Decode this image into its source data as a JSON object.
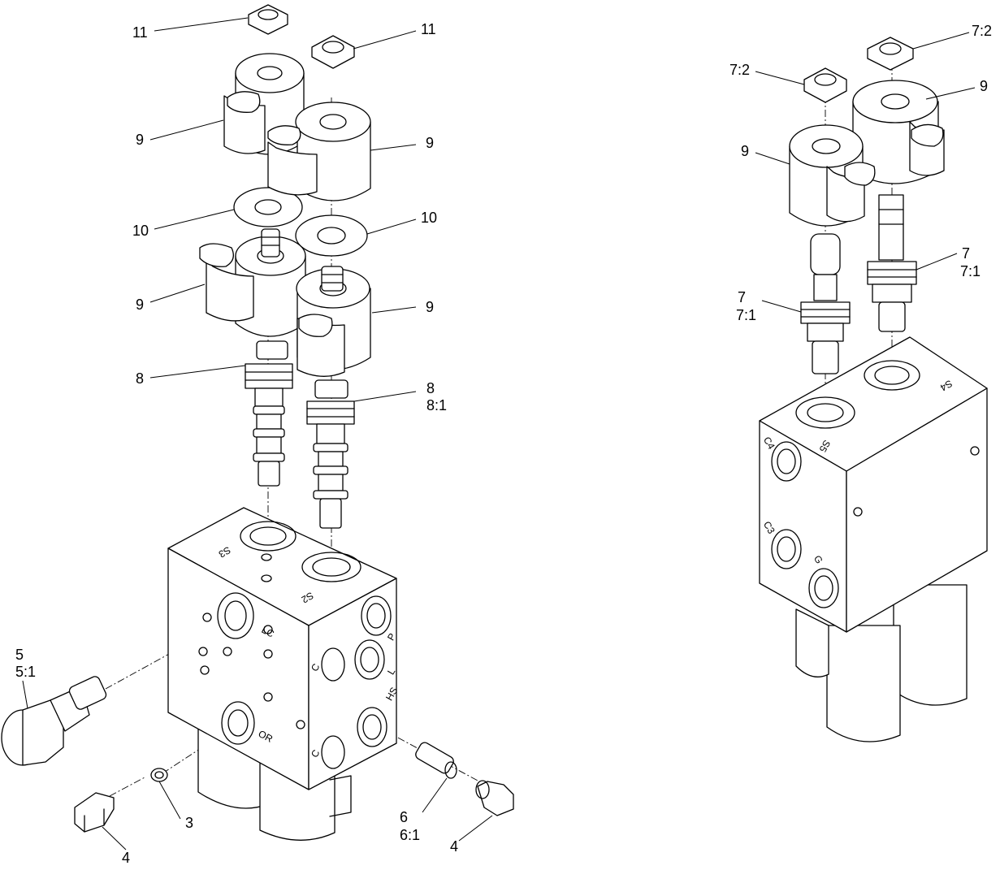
{
  "left_assembly": {
    "callouts": {
      "c11a": "11",
      "c11b": "11",
      "c9a": "9",
      "c9b": "9",
      "c10a": "10",
      "c10b": "10",
      "c9c": "9",
      "c9d": "9",
      "c8a": "8",
      "c8b_line1": "8",
      "c8b_line2": "8:1",
      "c5_line1": "5",
      "c5_line2": "5:1",
      "c3": "3",
      "c4a": "4",
      "c6_line1": "6",
      "c6_line2": "6:1",
      "c4b": "4"
    },
    "ports": {
      "s3": "S3",
      "s2": "S2",
      "lc": "LC",
      "or": "OR",
      "p": "P",
      "hs": "HS",
      "c1": "C",
      "c2": "C",
      "l": "L"
    }
  },
  "right_assembly": {
    "callouts": {
      "c72a": "7:2",
      "c72b": "7:2",
      "c9a": "9",
      "c9b": "9",
      "c7a_line1": "7",
      "c7a_line2": "7:1",
      "c7b_line1": "7",
      "c7b_line2": "7:1"
    },
    "ports": {
      "s4": "S4",
      "s5": "S5",
      "c4": "C4",
      "c3": "C3",
      "g": "G"
    }
  }
}
